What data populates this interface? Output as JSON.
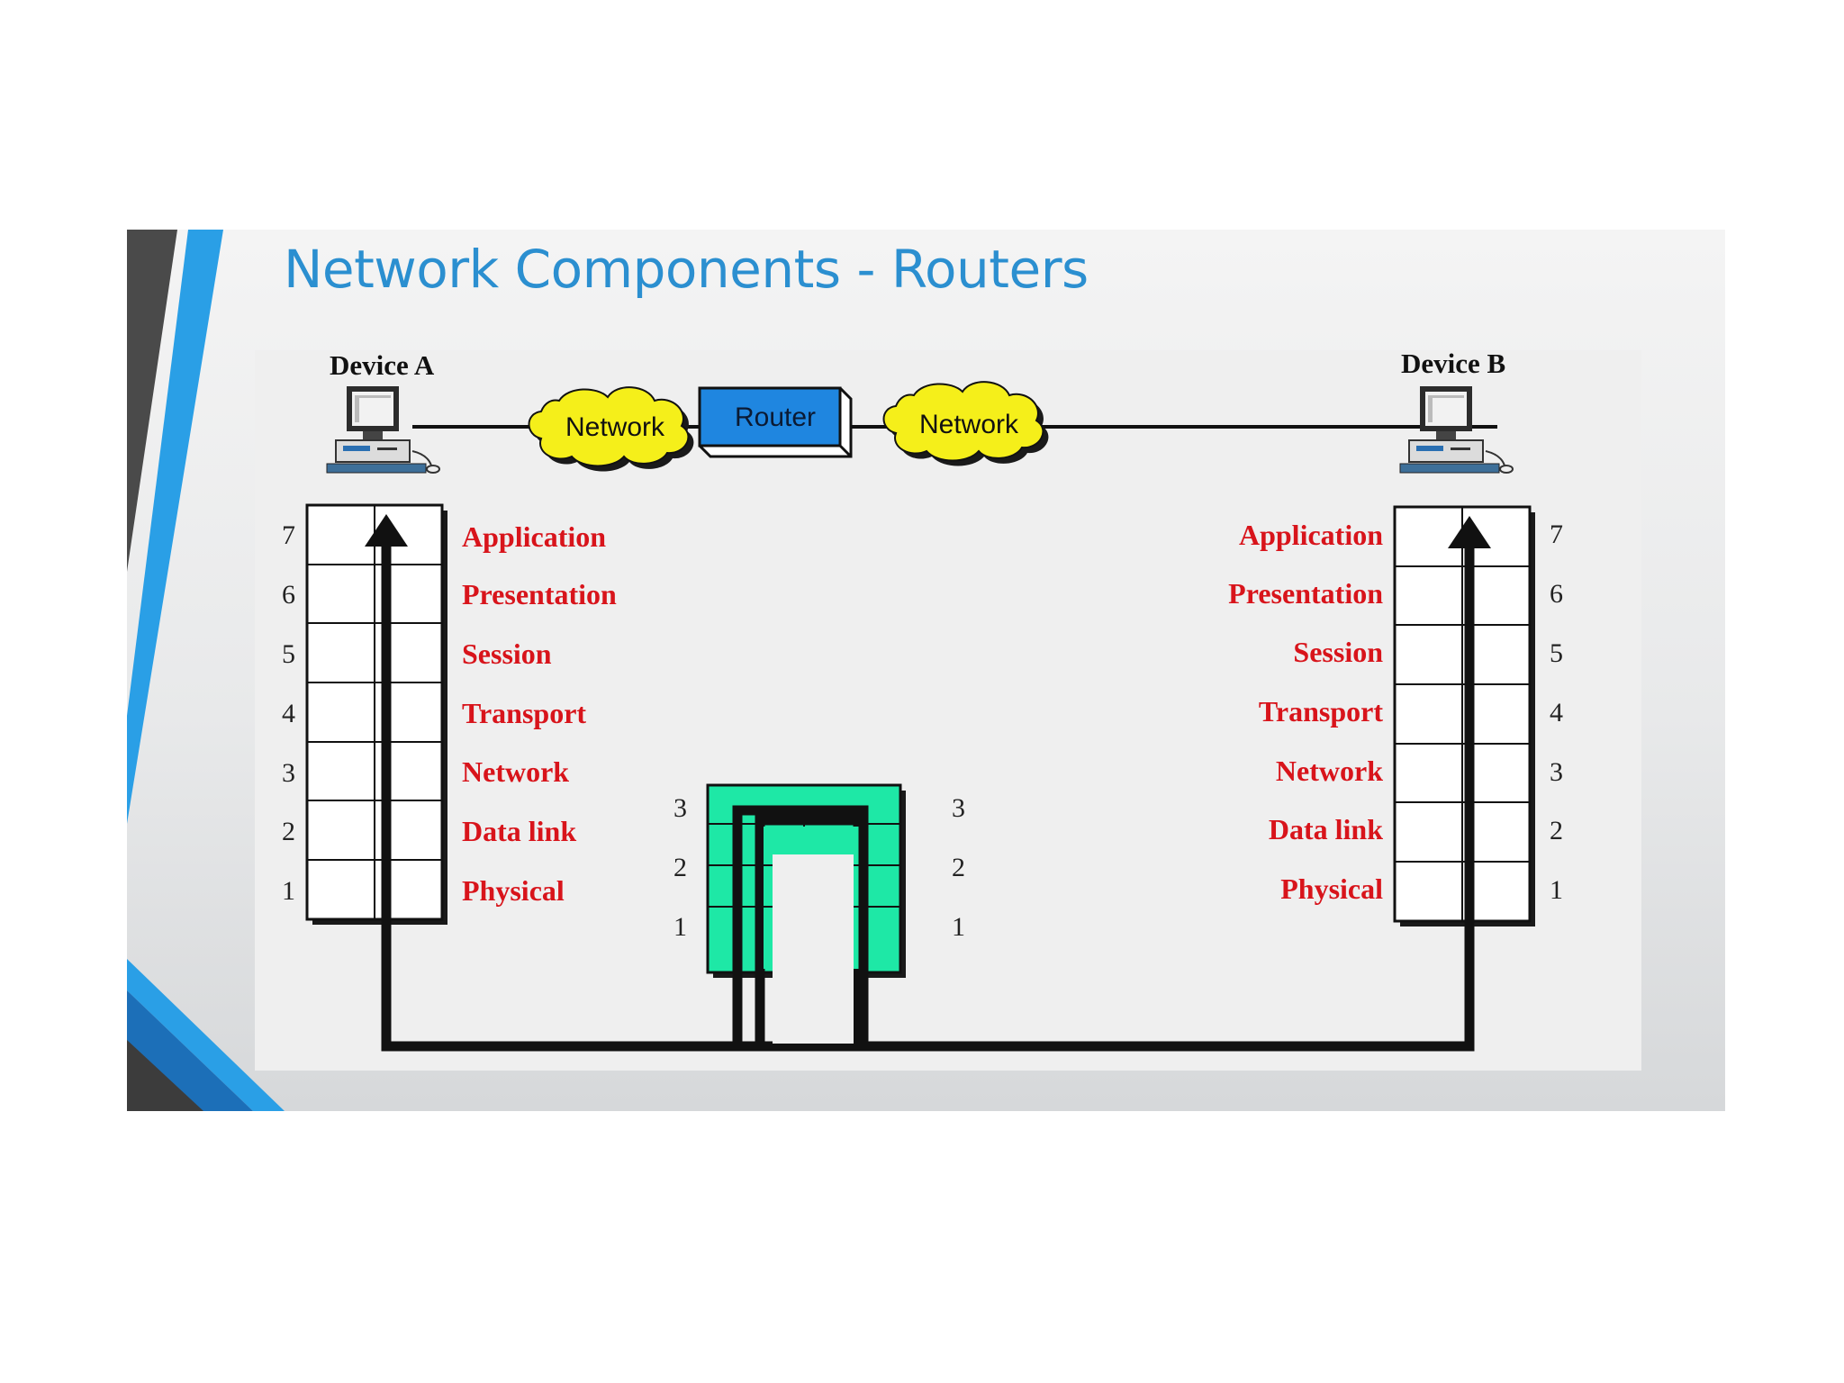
{
  "slide": {
    "title": "Network Components - Routers",
    "accent_color": "#2b8fd0",
    "dark_accent": "#4a4a4a"
  },
  "topology": {
    "device_a": {
      "label": "Device A",
      "icon": "desktop-computer-icon"
    },
    "network_left": {
      "label": "Network",
      "icon": "cloud-icon",
      "color": "#f5ef1a"
    },
    "router": {
      "label": "Router",
      "icon": "router-box-icon",
      "color": "#1f86e0"
    },
    "network_right": {
      "label": "Network",
      "icon": "cloud-icon",
      "color": "#f5ef1a"
    },
    "device_b": {
      "label": "Device B",
      "icon": "desktop-computer-icon"
    }
  },
  "stack_a": {
    "layers": [
      {
        "num": "7",
        "name": "Application"
      },
      {
        "num": "6",
        "name": "Presentation"
      },
      {
        "num": "5",
        "name": "Session"
      },
      {
        "num": "4",
        "name": "Transport"
      },
      {
        "num": "3",
        "name": "Network"
      },
      {
        "num": "2",
        "name": "Data link"
      },
      {
        "num": "1",
        "name": "Physical"
      }
    ]
  },
  "stack_b": {
    "layers": [
      {
        "num": "7",
        "name": "Application"
      },
      {
        "num": "6",
        "name": "Presentation"
      },
      {
        "num": "5",
        "name": "Session"
      },
      {
        "num": "4",
        "name": "Transport"
      },
      {
        "num": "3",
        "name": "Network"
      },
      {
        "num": "2",
        "name": "Data link"
      },
      {
        "num": "1",
        "name": "Physical"
      }
    ]
  },
  "router_stack": {
    "color": "#1ee8a6",
    "left_nums": [
      "3",
      "2",
      "1"
    ],
    "right_nums": [
      "3",
      "2",
      "1"
    ]
  }
}
